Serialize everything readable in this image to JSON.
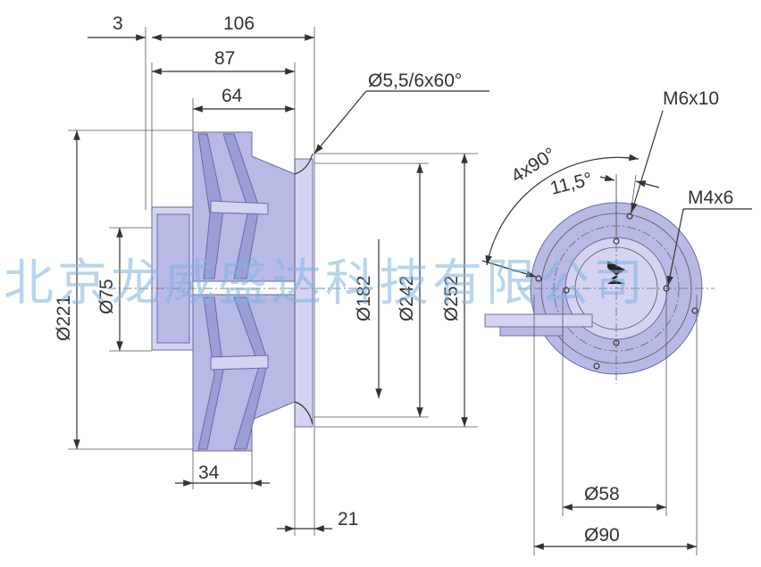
{
  "dimensions": {
    "d3": "3",
    "d106": "106",
    "d87": "87",
    "d64": "64",
    "bolt": "Ø5,5/6x60°",
    "d221": "Ø221",
    "d75": "Ø75",
    "d182": "Ø182",
    "d242": "Ø242",
    "d252": "Ø252",
    "d34": "34",
    "d21": "21",
    "m6": "M6x10",
    "m4": "M4x6",
    "angle4x90": "4x90°",
    "angle115": "11,5°",
    "d58": "Ø58",
    "d90": "Ø90"
  },
  "watermark": "北京龙威盛达科技有限公司",
  "colors": {
    "body": "#b9b9e6",
    "watermark": "#7fb3e0"
  }
}
